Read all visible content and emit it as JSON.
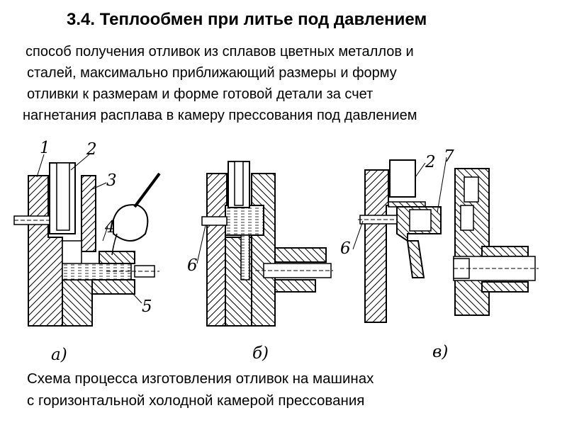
{
  "slide": {
    "title": "3.4. Теплообмен при литье под давлением",
    "description_lines": [
      "способ получения отливок из сплавов цветных металлов и",
      "сталей, максимально приближающий размеры и форму",
      "отливки к размерам и форме готовой детали за  счет",
      "нагнетания  расплава в камеру прессования под давлением"
    ],
    "caption_lines": [
      "Схема процесса изготовления отливок на машинах",
      "с горизонтальной холодной камерой прессования"
    ]
  },
  "figure": {
    "panel_labels": [
      "а)",
      "б)",
      "в)"
    ],
    "part_numbers": [
      "1",
      "2",
      "3",
      "4",
      "5",
      "6",
      "6",
      "2",
      "7"
    ]
  },
  "colors": {
    "background": "#ffffff",
    "ink": "#000000"
  }
}
